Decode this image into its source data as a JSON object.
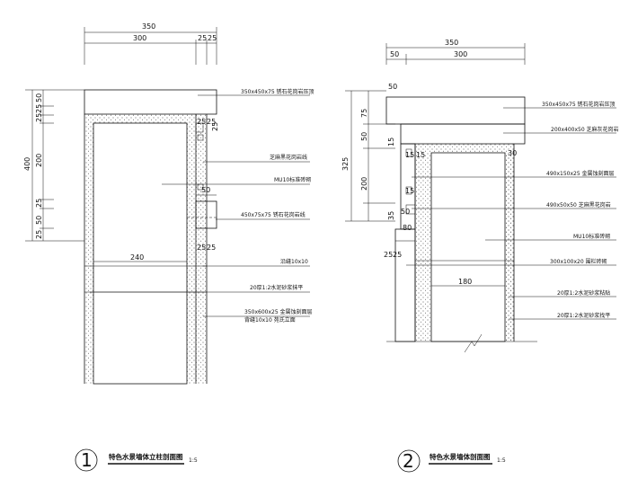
{
  "detail1": {
    "dims_top": {
      "total": "350",
      "a": "300",
      "b": "25",
      "c": "25"
    },
    "dims_left": {
      "total": "400",
      "d1": "50",
      "d2": "25",
      "d3": "25",
      "d4": "200",
      "d5": "25",
      "d6": "50",
      "d7": "25"
    },
    "inner_dims": {
      "w240": "240",
      "w50": "50",
      "a25": "25",
      "b25": "25",
      "c25": "25",
      "d25": "25",
      "v25": "25"
    },
    "labels": [
      "350x450x75 锈石花岗岩压顶",
      "芝麻黑花岗岩线",
      "MU10标准砖砌",
      "450x75x75 锈石花岗岩线",
      "沿缝10x10",
      "20厚1:2水泥砂浆抹平",
      "350x600x25 金属蚀刻面层",
      "背缝10x10 苑氏立面"
    ],
    "title": "特色水景墙体立柱剖面图",
    "scale": "1:5",
    "number": "1"
  },
  "detail2": {
    "dims_top": {
      "total": "350",
      "a": "50",
      "b": "300"
    },
    "dims_left": {
      "total": "325",
      "d1": "50",
      "d2": "75",
      "d3": "50",
      "d4": "200",
      "d5": "35",
      "d6": "15"
    },
    "inner_dims": {
      "w50": "50",
      "w30": "30",
      "w80": "80",
      "w180": "180",
      "a25": "25",
      "b25": "25",
      "s15a": "15",
      "s15b": "15",
      "s15c": "15"
    },
    "labels": [
      "350x450x75 锈石花岗岩压顶",
      "200x400x50 芝麻灰花岗岩",
      "490x150x25 金属蚀刻面层",
      "490x50x50 芝麻黑花岗岩",
      "MU10标准砖砌",
      "300x100x20 围栏砖砌",
      "20厚1:2水泥砂浆粘贴",
      "20厚1:2水泥砂浆找平"
    ],
    "title": "特色水景墙体剖面图",
    "scale": "1:5",
    "number": "2"
  }
}
